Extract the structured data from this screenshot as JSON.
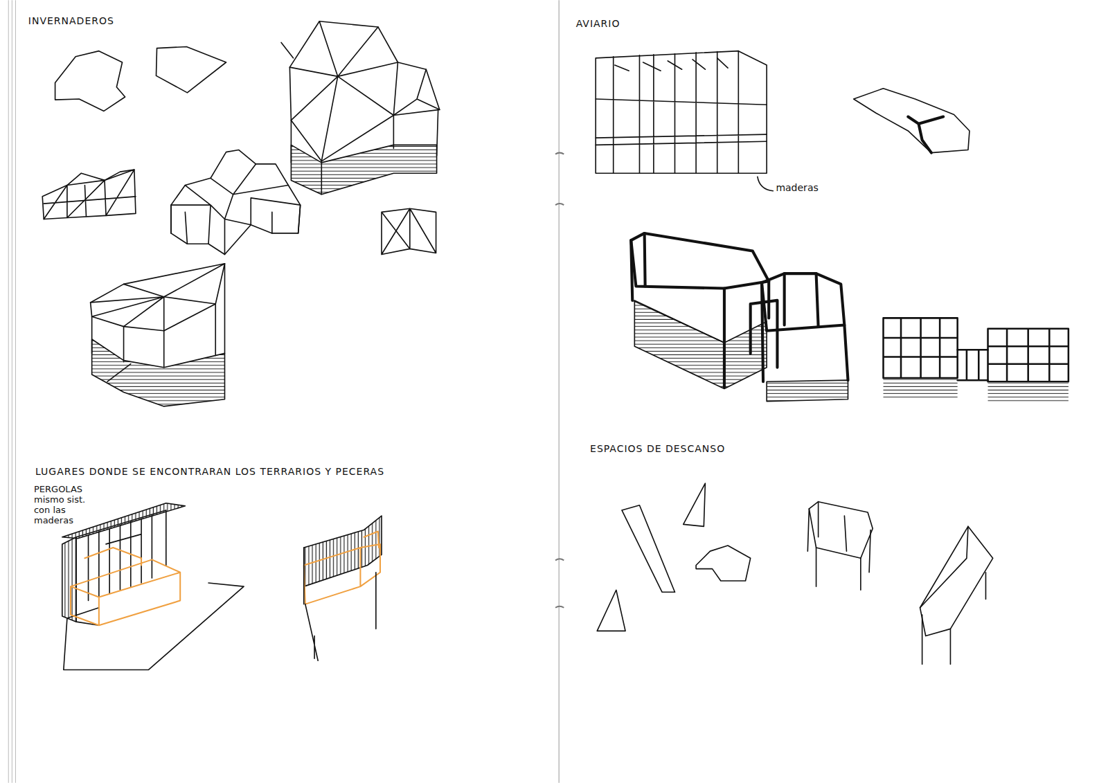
{
  "diagram": {
    "labels": [
      "INVERNADEROS",
      "AVIARIO",
      "maderas",
      "LUGARES DONDE SE ENCONTRARAN LOS TERRARIOS Y PECERAS",
      "PERGOLAS mismo sist. con las maderas",
      "ESPACIOS DE DESCANSO"
    ]
  }
}
